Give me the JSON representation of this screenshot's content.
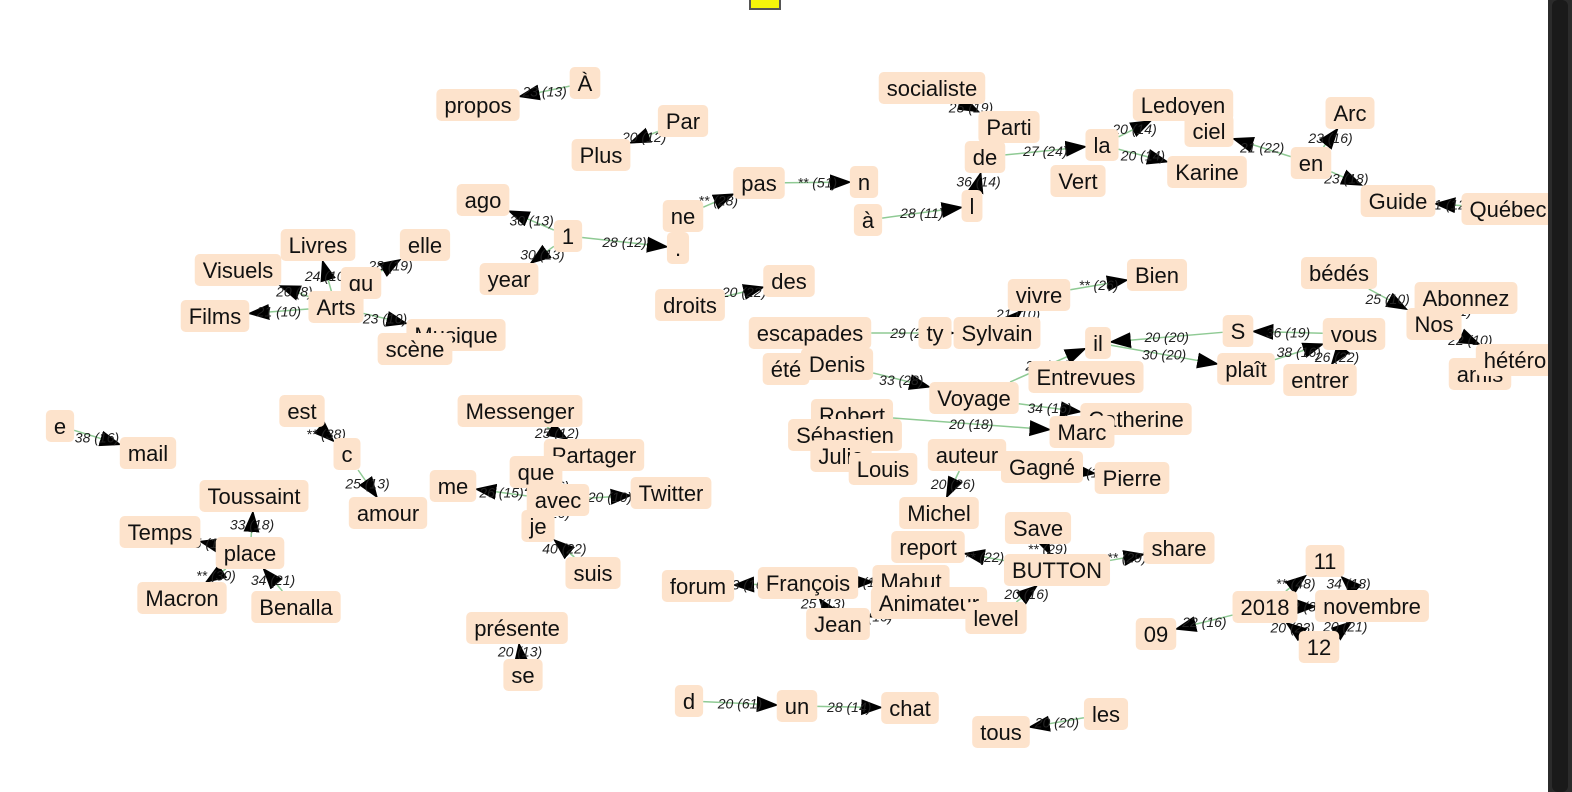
{
  "colors": {
    "node_fill": "#fde3cc",
    "edge": "#8fca94",
    "arrow": "#000000",
    "marker": "#f5f50a"
  },
  "graph": {
    "nodes": [
      {
        "id": "a",
        "label": "À"
      },
      {
        "id": "propos",
        "label": "propos"
      },
      {
        "id": "par",
        "label": "Par"
      },
      {
        "id": "plus",
        "label": "Plus"
      },
      {
        "id": "ago",
        "label": "ago"
      },
      {
        "id": "one",
        "label": "1"
      },
      {
        "id": "year",
        "label": "year"
      },
      {
        "id": "dot",
        "label": "."
      },
      {
        "id": "ne",
        "label": "ne"
      },
      {
        "id": "pas",
        "label": "pas"
      },
      {
        "id": "n",
        "label": "n"
      },
      {
        "id": "a2",
        "label": "à"
      },
      {
        "id": "l",
        "label": "l"
      },
      {
        "id": "socialiste",
        "label": "socialiste"
      },
      {
        "id": "parti",
        "label": "Parti"
      },
      {
        "id": "de",
        "label": "de"
      },
      {
        "id": "la",
        "label": "la"
      },
      {
        "id": "vert",
        "label": "Vert"
      },
      {
        "id": "ledoyen",
        "label": "Ledoyen"
      },
      {
        "id": "ciel",
        "label": "ciel"
      },
      {
        "id": "karine",
        "label": "Karine"
      },
      {
        "id": "arc",
        "label": "Arc"
      },
      {
        "id": "en",
        "label": "en"
      },
      {
        "id": "guide",
        "label": "Guide"
      },
      {
        "id": "quebec",
        "label": "Québec"
      },
      {
        "id": "livres",
        "label": "Livres"
      },
      {
        "id": "elle",
        "label": "elle"
      },
      {
        "id": "visuels",
        "label": "Visuels"
      },
      {
        "id": "qu",
        "label": "qu"
      },
      {
        "id": "arts",
        "label": "Arts"
      },
      {
        "id": "films",
        "label": "Films"
      },
      {
        "id": "musique",
        "label": "Musique"
      },
      {
        "id": "scene",
        "label": "scène"
      },
      {
        "id": "droits",
        "label": "droits"
      },
      {
        "id": "des",
        "label": "des"
      },
      {
        "id": "vivre",
        "label": "vivre"
      },
      {
        "id": "bien",
        "label": "Bien"
      },
      {
        "id": "escapades",
        "label": "escapades"
      },
      {
        "id": "ty",
        "label": "ty"
      },
      {
        "id": "sylvain",
        "label": "Sylvain"
      },
      {
        "id": "ete",
        "label": "été"
      },
      {
        "id": "denis",
        "label": "Denis"
      },
      {
        "id": "il",
        "label": "il"
      },
      {
        "id": "entrevues",
        "label": "Entrevues"
      },
      {
        "id": "voyage",
        "label": "Voyage"
      },
      {
        "id": "catherine",
        "label": "Catherine"
      },
      {
        "id": "marc",
        "label": "Marc"
      },
      {
        "id": "robert",
        "label": "Robert"
      },
      {
        "id": "sebastien",
        "label": "Sébastien"
      },
      {
        "id": "julie",
        "label": "Julie"
      },
      {
        "id": "louis",
        "label": "Louis"
      },
      {
        "id": "auteur",
        "label": "auteur"
      },
      {
        "id": "gagne",
        "label": "Gagné"
      },
      {
        "id": "pierre",
        "label": "Pierre"
      },
      {
        "id": "s",
        "label": "S"
      },
      {
        "id": "plait",
        "label": "plaît"
      },
      {
        "id": "vous",
        "label": "vous"
      },
      {
        "id": "entrer",
        "label": "entrer"
      },
      {
        "id": "bedes",
        "label": "bédés"
      },
      {
        "id": "abonnez",
        "label": "Abonnez"
      },
      {
        "id": "nos",
        "label": "Nos"
      },
      {
        "id": "amis",
        "label": "amis"
      },
      {
        "id": "hetero",
        "label": "hétéro"
      },
      {
        "id": "e",
        "label": "e"
      },
      {
        "id": "mail",
        "label": "mail"
      },
      {
        "id": "est",
        "label": "est"
      },
      {
        "id": "c",
        "label": "c"
      },
      {
        "id": "amour",
        "label": "amour"
      },
      {
        "id": "messenger",
        "label": "Messenger"
      },
      {
        "id": "partager",
        "label": "Partager"
      },
      {
        "id": "me",
        "label": "me"
      },
      {
        "id": "que",
        "label": "que"
      },
      {
        "id": "avec",
        "label": "avec"
      },
      {
        "id": "twitter",
        "label": "Twitter"
      },
      {
        "id": "je",
        "label": "je"
      },
      {
        "id": "suis",
        "label": "suis"
      },
      {
        "id": "toussaint",
        "label": "Toussaint"
      },
      {
        "id": "temps",
        "label": "Temps"
      },
      {
        "id": "place",
        "label": "place"
      },
      {
        "id": "macron",
        "label": "Macron"
      },
      {
        "id": "benalla",
        "label": "Benalla"
      },
      {
        "id": "presente",
        "label": "présente"
      },
      {
        "id": "se",
        "label": "se"
      },
      {
        "id": "michel",
        "label": "Michel"
      },
      {
        "id": "save",
        "label": "Save"
      },
      {
        "id": "report",
        "label": "report"
      },
      {
        "id": "button",
        "label": "BUTTON"
      },
      {
        "id": "share",
        "label": "share"
      },
      {
        "id": "forum",
        "label": "forum"
      },
      {
        "id": "francois",
        "label": "François"
      },
      {
        "id": "mabut",
        "label": "Mabut"
      },
      {
        "id": "animateur",
        "label": "Animateur"
      },
      {
        "id": "jean",
        "label": "Jean"
      },
      {
        "id": "level",
        "label": "level"
      },
      {
        "id": "eleven",
        "label": "11"
      },
      {
        "id": "y2018",
        "label": "2018"
      },
      {
        "id": "novembre",
        "label": "novembre"
      },
      {
        "id": "nine",
        "label": "09"
      },
      {
        "id": "twelve",
        "label": "12"
      },
      {
        "id": "d",
        "label": "d"
      },
      {
        "id": "un",
        "label": "un"
      },
      {
        "id": "chat",
        "label": "chat"
      },
      {
        "id": "tous",
        "label": "tous"
      },
      {
        "id": "les",
        "label": "les"
      }
    ],
    "edges": [
      {
        "from": "a",
        "to": "propos",
        "label": "23 (13)"
      },
      {
        "from": "par",
        "to": "plus",
        "label": "20 (12)"
      },
      {
        "from": "one",
        "to": "ago",
        "label": "30 (13)"
      },
      {
        "from": "one",
        "to": "year",
        "label": "30 (13)"
      },
      {
        "from": "one",
        "to": "dot",
        "label": "28 (12)"
      },
      {
        "from": "ne",
        "to": "pas",
        "label": "** (28)"
      },
      {
        "from": "pas",
        "to": "n",
        "label": "** (51)"
      },
      {
        "from": "a2",
        "to": "l",
        "label": "28 (11)"
      },
      {
        "from": "l",
        "to": "de",
        "label": "36 (14)"
      },
      {
        "from": "socialiste",
        "to": "parti",
        "label": "25 (19)"
      },
      {
        "from": "de",
        "to": "la",
        "label": "27 (24)"
      },
      {
        "from": "la",
        "to": "ledoyen",
        "label": "20 (14)"
      },
      {
        "from": "la",
        "to": "karine",
        "label": "20 (14)"
      },
      {
        "from": "en",
        "to": "ciel",
        "label": "21 (22)"
      },
      {
        "from": "en",
        "to": "arc",
        "label": "23 (16)"
      },
      {
        "from": "en",
        "to": "guide",
        "label": "23 (18)"
      },
      {
        "from": "quebec",
        "to": "guide",
        "label": "21 (12)"
      },
      {
        "from": "qu",
        "to": "elle",
        "label": "28 (19)"
      },
      {
        "from": "arts",
        "to": "visuels",
        "label": "20 (8)"
      },
      {
        "from": "arts",
        "to": "livres",
        "label": "24 (10)"
      },
      {
        "from": "arts",
        "to": "films",
        "label": "21 (10)"
      },
      {
        "from": "arts",
        "to": "musique",
        "label": "23 (10)"
      },
      {
        "from": "droits",
        "to": "des",
        "label": "20 (22)"
      },
      {
        "from": "vivre",
        "to": "bien",
        "label": "** (26)"
      },
      {
        "from": "escapades",
        "to": "sylvain",
        "label": "29 (20)"
      },
      {
        "from": "denis",
        "to": "voyage",
        "label": "33 (28)"
      },
      {
        "from": "voyage",
        "to": "il",
        "label": "20 (24)"
      },
      {
        "from": "sylvain",
        "to": "vivre",
        "label": "21 (10)"
      },
      {
        "from": "s",
        "to": "il",
        "label": "20 (20)"
      },
      {
        "from": "il",
        "to": "plait",
        "label": "30 (20)"
      },
      {
        "from": "plait",
        "to": "vous",
        "label": "38 (16)"
      },
      {
        "from": "vous",
        "to": "entrer",
        "label": "26 (22)"
      },
      {
        "from": "vous",
        "to": "s",
        "label": "36 (19)"
      },
      {
        "from": "bedes",
        "to": "nos",
        "label": "25 (10)"
      },
      {
        "from": "abonnez",
        "to": "nos",
        "label": "23 (11)"
      },
      {
        "from": "nos",
        "to": "hetero",
        "label": "22 (10)"
      },
      {
        "from": "robert",
        "to": "marc",
        "label": "20 (18)"
      },
      {
        "from": "voyage",
        "to": "catherine",
        "label": "34 (16)"
      },
      {
        "from": "auteur",
        "to": "michel",
        "label": "20 (26)"
      },
      {
        "from": "gagne",
        "to": "pierre",
        "label": "20 (19)"
      },
      {
        "from": "e",
        "to": "mail",
        "label": "38 (16)"
      },
      {
        "from": "est",
        "to": "c",
        "label": "** (38)"
      },
      {
        "from": "c",
        "to": "amour",
        "label": "25 (13)"
      },
      {
        "from": "messenger",
        "to": "partager",
        "label": "25 (12)"
      },
      {
        "from": "avec",
        "to": "twitter",
        "label": "20 (10)"
      },
      {
        "from": "avec",
        "to": "me",
        "label": "26 (15)"
      },
      {
        "from": "avec",
        "to": "que",
        "label": "26 (16)"
      },
      {
        "from": "je",
        "to": "avec",
        "label": "30 (20)"
      },
      {
        "from": "suis",
        "to": "je",
        "label": "40 (22)"
      },
      {
        "from": "place",
        "to": "toussaint",
        "label": "33 (18)"
      },
      {
        "from": "place",
        "to": "temps",
        "label": "25 (16)"
      },
      {
        "from": "place",
        "to": "macron",
        "label": "** (30)"
      },
      {
        "from": "benalla",
        "to": "place",
        "label": "34 (21)"
      },
      {
        "from": "se",
        "to": "presente",
        "label": "20 (13)"
      },
      {
        "from": "button",
        "to": "report",
        "label": "** (22)"
      },
      {
        "from": "save",
        "to": "button",
        "label": "** (29)"
      },
      {
        "from": "button",
        "to": "share",
        "label": "** (29)"
      },
      {
        "from": "level",
        "to": "button",
        "label": "20 (16)"
      },
      {
        "from": "francois",
        "to": "forum",
        "label": "23 (16)"
      },
      {
        "from": "francois",
        "to": "mabut",
        "label": "22 (10)"
      },
      {
        "from": "jean",
        "to": "francois",
        "label": "25 (13)"
      },
      {
        "from": "animateur",
        "to": "jean",
        "label": "23 (10)"
      },
      {
        "from": "y2018",
        "to": "nine",
        "label": "22 (16)"
      },
      {
        "from": "y2018",
        "to": "eleven",
        "label": "** (48)"
      },
      {
        "from": "novembre",
        "to": "eleven",
        "label": "34 (18)"
      },
      {
        "from": "y2018",
        "to": "novembre",
        "label": "42 (37)"
      },
      {
        "from": "twelve",
        "to": "y2018",
        "label": "20 (23)"
      },
      {
        "from": "twelve",
        "to": "novembre",
        "label": "20 (21)"
      },
      {
        "from": "d",
        "to": "un",
        "label": "20 (61)"
      },
      {
        "from": "un",
        "to": "chat",
        "label": "28 (14)"
      },
      {
        "from": "les",
        "to": "tous",
        "label": "20 (20)"
      }
    ]
  }
}
